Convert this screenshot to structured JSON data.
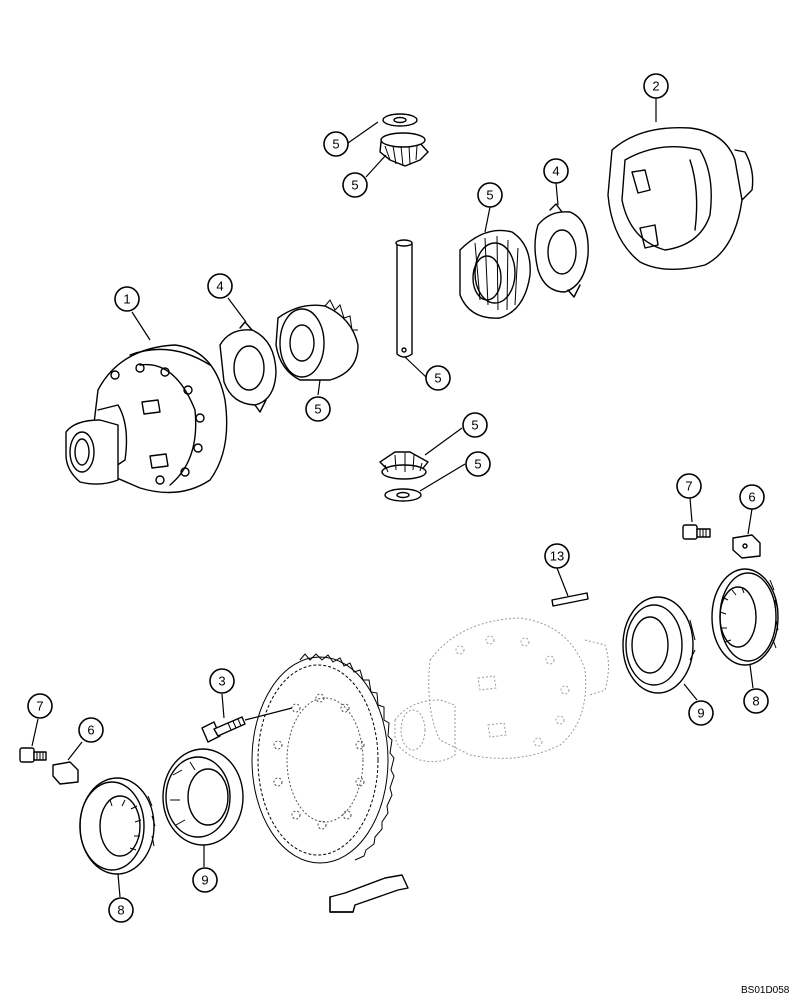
{
  "drawing_id": "BS01D058",
  "callouts": [
    {
      "id": "c2-top",
      "label": "2"
    },
    {
      "id": "c5-washer-top",
      "label": "5"
    },
    {
      "id": "c5-pinion-top",
      "label": "5"
    },
    {
      "id": "c4-right",
      "label": "4"
    },
    {
      "id": "c5-side-gear-right",
      "label": "5"
    },
    {
      "id": "c1",
      "label": "1"
    },
    {
      "id": "c4-left",
      "label": "4"
    },
    {
      "id": "c5-side-gear-left",
      "label": "5"
    },
    {
      "id": "c5-shaft",
      "label": "5"
    },
    {
      "id": "c5-pinion-bottom",
      "label": "5"
    },
    {
      "id": "c5-washer-bottom",
      "label": "5"
    },
    {
      "id": "c7-right",
      "label": "7"
    },
    {
      "id": "c6-right",
      "label": "6"
    },
    {
      "id": "c13",
      "label": "13"
    },
    {
      "id": "c3",
      "label": "3"
    },
    {
      "id": "c9-right",
      "label": "9"
    },
    {
      "id": "c8-right",
      "label": "8"
    },
    {
      "id": "c7-left",
      "label": "7"
    },
    {
      "id": "c6-left",
      "label": "6"
    },
    {
      "id": "c9-left",
      "label": "9"
    },
    {
      "id": "c8-left",
      "label": "8"
    }
  ]
}
